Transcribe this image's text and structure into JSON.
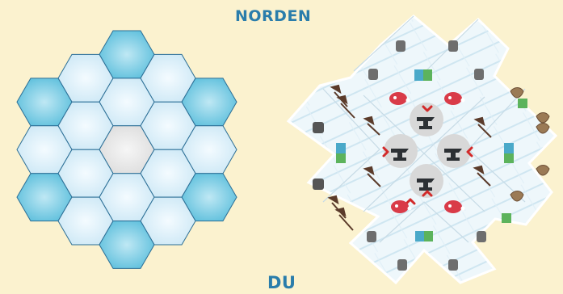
{
  "labels": {
    "north": "NORDEN",
    "you": "DU"
  },
  "board": {
    "hex_rows": [
      [
        "blue"
      ],
      [
        "light",
        "light"
      ],
      [
        "blue",
        "light",
        "blue"
      ],
      [
        "light",
        "light"
      ],
      [
        "light",
        "gray",
        "light"
      ],
      [
        "light",
        "light"
      ],
      [
        "blue",
        "light",
        "blue"
      ],
      [
        "light",
        "light"
      ],
      [
        "blue"
      ]
    ],
    "colors": {
      "blue": "#6fc6df",
      "light": "#d9eef8",
      "gray": "#e8e8e8",
      "outline": "#2b6e95"
    }
  },
  "play_area": {
    "center_action_icon": "anvil-icon",
    "direction_marker_color": "#d22a2a",
    "icons": [
      "meat-icon",
      "axe-icon",
      "fur-icon",
      "map-icon",
      "helmet-icon",
      "rock-icon"
    ]
  }
}
